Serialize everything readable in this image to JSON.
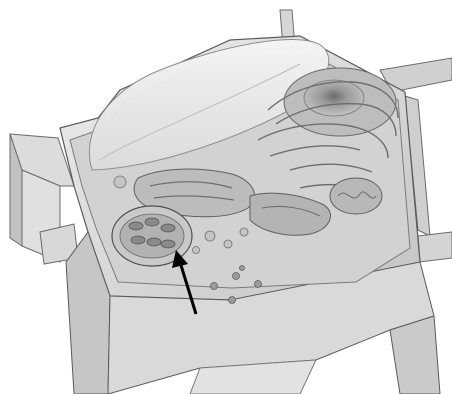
{
  "figure": {
    "subject": "plant cell",
    "structures": [
      "cell-wall",
      "central-vacuole",
      "nucleus",
      "rough-endoplasmic-reticulum",
      "golgi-apparatus",
      "chloroplast",
      "mitochondrion",
      "plasmodesmata"
    ],
    "indicated_structure": "chloroplast",
    "pointer": "black-arrow",
    "style": "grayscale-illustration"
  },
  "caption": "",
  "colors": {
    "wall_light": "#e2e2e2",
    "wall_mid": "#c9c9c9",
    "wall_dark": "#9a9a9a",
    "cytoplasm": "#d4d4d4",
    "vacuole": "#ebebeb",
    "organelle": "#a8a8a8",
    "outline": "#5a5a5a",
    "arrow": "#000000"
  }
}
